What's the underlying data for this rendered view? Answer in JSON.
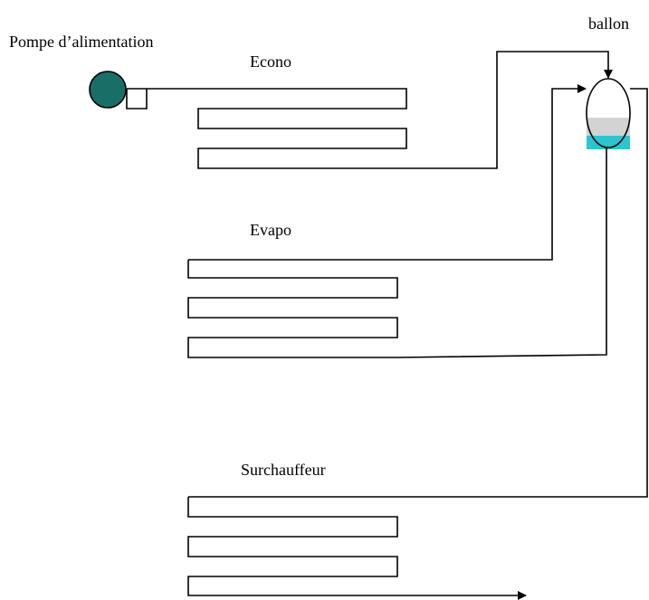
{
  "labels": {
    "pump": "Pompe d’alimentation",
    "drum": "ballon",
    "economizer": "Econo",
    "evaporator": "Evapo",
    "superheater": "Surchauffeur"
  },
  "colors": {
    "pump_fill": "#1a6e68",
    "drum_water": "#2ec4cf",
    "drum_steam": "#d3d3d3",
    "line": "#000000"
  }
}
